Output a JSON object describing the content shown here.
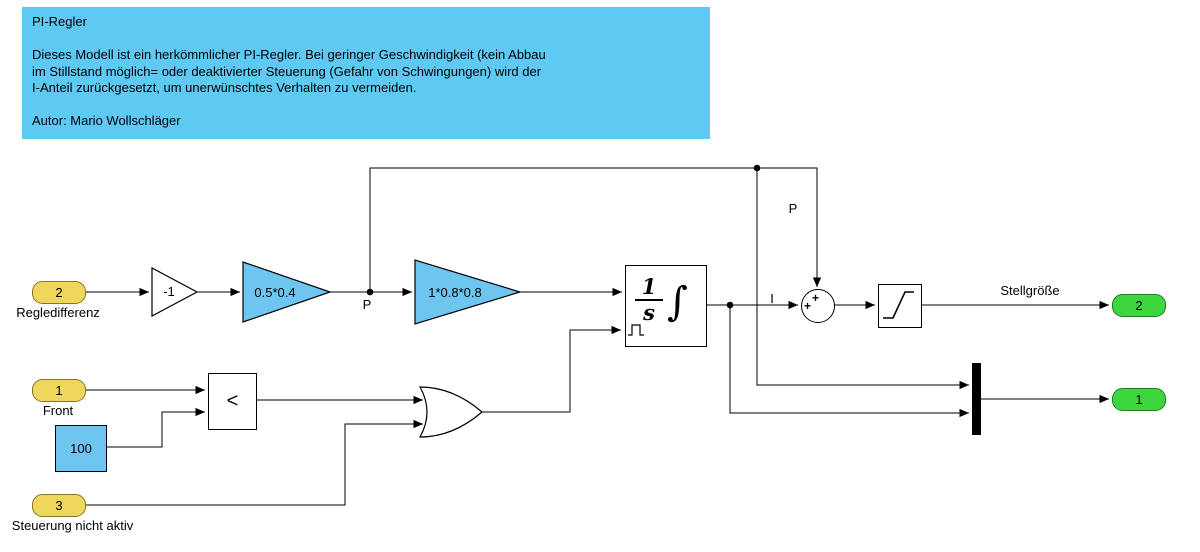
{
  "annotation": {
    "title": "PI-Regler",
    "body_lines": [
      "Dieses Modell ist ein herkömmlicher PI-Regler. Bei geringer Geschwindigkeit (kein Abbau",
      "im Stillstand möglich= oder deaktivierter Steuerung (Gefahr von Schwingungen) wird der",
      "I-Anteil zurückgesetzt, um unerwünschtes Verhalten zu vermeiden."
    ],
    "author": "Autor: Mario Wollschläger"
  },
  "blocks": {
    "inport2": {
      "number": "2",
      "label": "Regledifferenz"
    },
    "inport1": {
      "number": "1",
      "label": "Front"
    },
    "inport3": {
      "number": "3",
      "label": "Steuerung nicht aktiv"
    },
    "gain_neg1": {
      "value": "-1"
    },
    "gain_p": {
      "value": "0.5*0.4"
    },
    "gain_i": {
      "value": "1*0.8*0.8"
    },
    "integrator": {
      "num": "1",
      "den": "s",
      "integral": "∫"
    },
    "constant": {
      "value": "100"
    },
    "relational": {
      "operator": "<"
    },
    "sum": {
      "top_sign": "+",
      "left_sign": "+"
    },
    "outport2": {
      "number": "2"
    },
    "outport1": {
      "number": "1"
    }
  },
  "signals": {
    "p_branch": "P",
    "p_into_sum": "P",
    "i_into_sum": "I",
    "output": "Stellgröße"
  },
  "colors": {
    "block-blue": "#6ec6f0",
    "annotation-bg": "#5ec9f3",
    "port-yellow": "#eed75a",
    "port-green": "#3ed63e"
  }
}
